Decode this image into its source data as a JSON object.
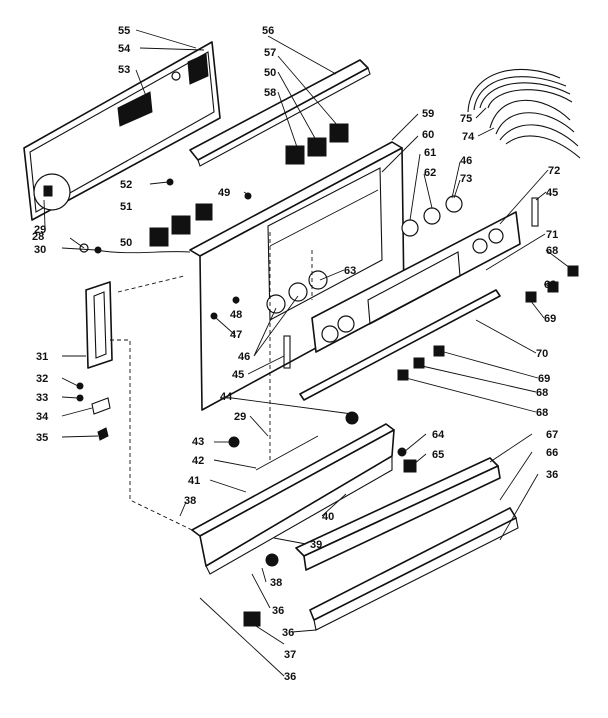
{
  "callouts": {
    "c28": "28",
    "c29a": "29",
    "c29b": "29",
    "c30": "30",
    "c31": "31",
    "c32": "32",
    "c33": "33",
    "c34": "34",
    "c35": "35",
    "c36a": "36",
    "c36b": "36",
    "c36c": "36",
    "c36d": "36",
    "c37": "37",
    "c38a": "38",
    "c38b": "38",
    "c39": "39",
    "c40": "40",
    "c41": "41",
    "c42": "42",
    "c43": "43",
    "c44": "44",
    "c45a": "45",
    "c45b": "45",
    "c46a": "46",
    "c46b": "46",
    "c47": "47",
    "c48": "48",
    "c49": "49",
    "c50a": "50",
    "c50b": "50",
    "c51": "51",
    "c52": "52",
    "c53": "53",
    "c54": "54",
    "c55": "55",
    "c56": "56",
    "c57": "57",
    "c58": "58",
    "c59": "59",
    "c60": "60",
    "c61": "61",
    "c62": "62",
    "c63": "63",
    "c64": "64",
    "c65": "65",
    "c66": "66",
    "c67": "67",
    "c68a": "68",
    "c68b": "68",
    "c68c": "68",
    "c68d": "68",
    "c69a": "69",
    "c69b": "69",
    "c70": "70",
    "c71": "71",
    "c72": "72",
    "c73": "73",
    "c74": "74",
    "c75": "75"
  }
}
